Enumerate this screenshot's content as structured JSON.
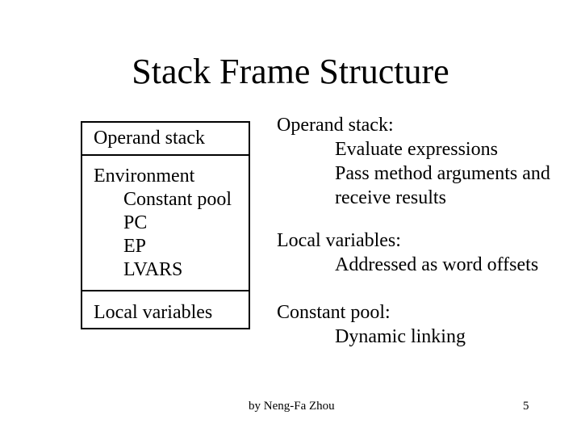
{
  "slide_title": "Stack Frame Structure",
  "colors": {
    "background": "#ffffff",
    "text": "#000000",
    "border": "#000000"
  },
  "stack_frame_box": {
    "top_section_label": "Operand stack",
    "middle_section": {
      "heading": "Environment",
      "items": [
        "Constant pool",
        "PC",
        "EP",
        "LVARS"
      ]
    },
    "bottom_section_label": "Local variables"
  },
  "annotations": [
    {
      "heading": "Operand stack:",
      "lines": [
        "Evaluate expressions",
        "Pass method arguments and",
        "receive results"
      ]
    },
    {
      "heading": "Local variables:",
      "lines": [
        "Addressed as word offsets"
      ]
    },
    {
      "heading": "Constant pool:",
      "lines": [
        "Dynamic linking"
      ]
    }
  ],
  "footer": {
    "author": "by Neng-Fa Zhou",
    "page_number": "5"
  }
}
